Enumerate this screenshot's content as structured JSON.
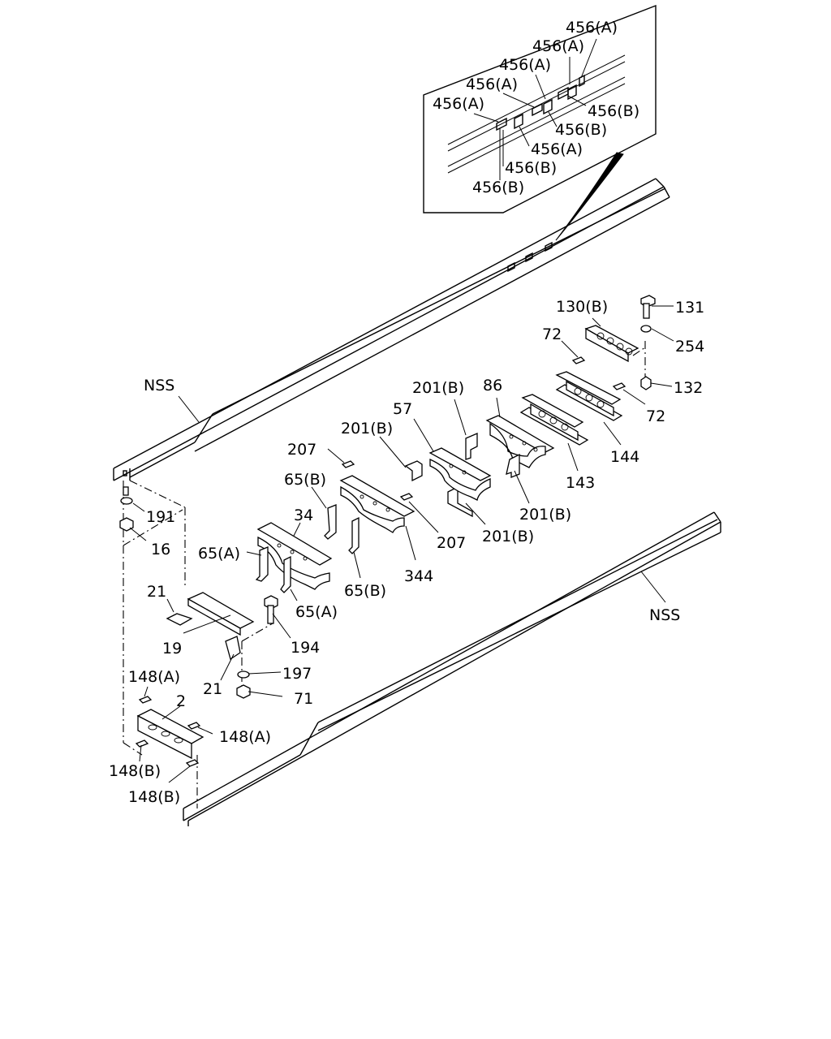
{
  "inset": {
    "labels": [
      "456(A)",
      "456(A)",
      "456(A)",
      "456(A)",
      "456(A)",
      "456(B)",
      "456(B)",
      "456(A)",
      "456(B)",
      "456(B)"
    ]
  },
  "frame_labels": {
    "left_rail": "NSS",
    "right_rail": "NSS"
  },
  "callouts": {
    "c131": "131",
    "c130b": "130(B)",
    "c254": "254",
    "c132": "132",
    "c72a": "72",
    "c72b": "72",
    "c144": "144",
    "c143": "143",
    "c86": "86",
    "c201b_1": "201(B)",
    "c201b_2": "201(B)",
    "c201b_3": "201(B)",
    "c201b_4": "201(B)",
    "c57": "57",
    "c207a": "207",
    "c207b": "207",
    "c344": "344",
    "c65b_1": "65(B)",
    "c65b_2": "65(B)",
    "c34": "34",
    "c65a_1": "65(A)",
    "c65a_2": "65(A)",
    "c191": "191",
    "c16": "16",
    "c21a": "21",
    "c21b": "21",
    "c19": "19",
    "c194": "194",
    "c197": "197",
    "c71": "71",
    "c148a_1": "148(A)",
    "c148a_2": "148(A)",
    "c2": "2",
    "c148b_1": "148(B)",
    "c148b_2": "148(B)"
  }
}
